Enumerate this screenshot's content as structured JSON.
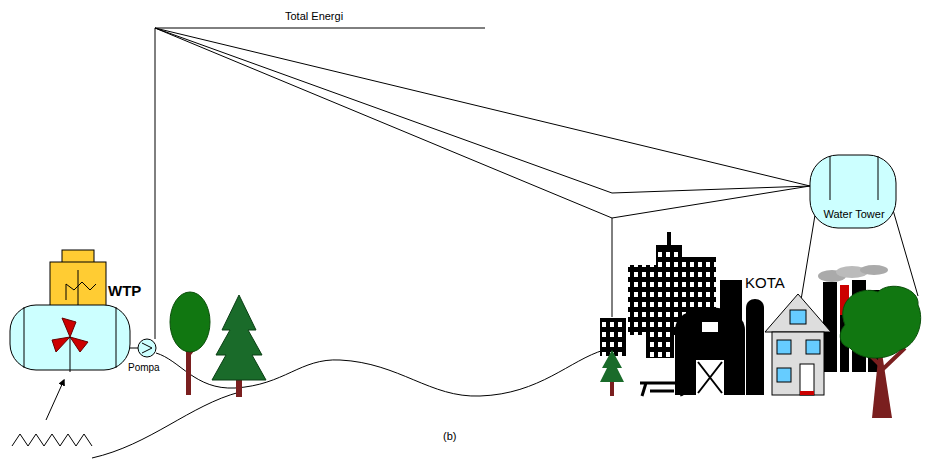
{
  "diagram": {
    "caption": "(b)",
    "nodes": [
      {
        "text": [
          "WTP"
        ]
      },
      {
        "text": [
          "Pompa"
        ]
      },
      {
        "text": [
          "Water Tower"
        ]
      }
    ],
    "labels": [
      "Total Energi",
      "KOTA"
    ]
  }
}
